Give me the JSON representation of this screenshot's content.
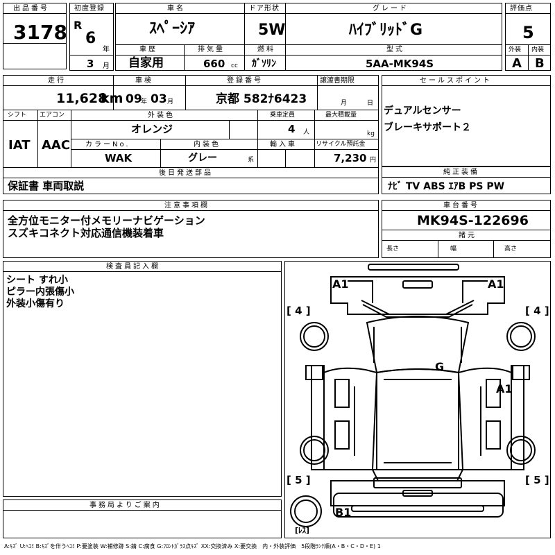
{
  "header_labels": {
    "lot_no": "出品番号",
    "first_reg": "初度登録",
    "car_name": "車名",
    "door_type": "ドア形状",
    "grade": "グレード",
    "score": "評価点",
    "inspection_hist": "車歴",
    "displacement": "排気量",
    "fuel": "燃料",
    "model_code": "型式",
    "exterior": "外装",
    "interior": "内装",
    "mileage": "走行",
    "shaken": "車検",
    "registration": "登録番号",
    "transfer_doc": "譲渡書期限",
    "sales_point": "セールスポイント",
    "shift": "シフト",
    "aircon": "エアコン",
    "ext_color": "外装色",
    "capacity": "乗車定員",
    "max_load": "最大積載量",
    "color_no": "カラーNo.",
    "int_color": "内装色",
    "import": "輸入車",
    "recycle": "リサイクル預託金",
    "later_parts": "後日発送部品",
    "genuine_equip": "純正装備",
    "notes": "注意事項欄",
    "chassis_no": "車台番号",
    "dimensions": "諸元",
    "inspector_notes": "検査員記入欄",
    "office_notice": "事務局よりご案内"
  },
  "lot": {
    "number": "3178"
  },
  "first_registration": {
    "era": "R",
    "year": "6",
    "year_unit": "年",
    "month": "3",
    "month_unit": "月"
  },
  "car": {
    "name": "ｽﾍﾟｰｼｱ",
    "door": "5W",
    "grade": "ﾊｲﾌﾞﾘｯﾄﾞG",
    "history": "自家用",
    "displacement": "660",
    "displacement_unit": "cc",
    "fuel": "ｶﾞｿﾘﾝ",
    "model": "5AA-MK94S"
  },
  "score": {
    "overall": "5",
    "exterior": "A",
    "interior": "B"
  },
  "mileage": {
    "value": "11,628",
    "unit": "km"
  },
  "shaken": {
    "year": "09",
    "year_unit": "年",
    "month": "03",
    "month_unit": "月"
  },
  "registration": {
    "value": "京都 582ﾅ6423"
  },
  "transfer": {
    "month_unit": "月",
    "day_unit": "日"
  },
  "sales_points": [
    "デュアルセンサー",
    "ブレーキサポート２"
  ],
  "shift": "IAT",
  "aircon": "AAC",
  "ext_color": "オレンジ",
  "capacity": {
    "value": "4",
    "unit": "人"
  },
  "max_load": {
    "unit": "kg"
  },
  "color_no": "WAK",
  "int_color": {
    "value": "グレー",
    "unit": "系"
  },
  "recycle": {
    "value": "7,230",
    "unit": "円"
  },
  "later_parts": "保証書 車両取説",
  "equipment": "ﾅﾋﾞ TV ABS ｴｱB PS PW",
  "notes": [
    "全方位モニター付メモリーナビゲーション",
    "スズキコネクト対応通信機装着車"
  ],
  "chassis_number": "MK94S-122696",
  "dims": {
    "length": "長さ",
    "width": "幅",
    "height": "高さ"
  },
  "inspector_comments": [
    "シート すれ小",
    "ピラー内張傷小",
    "外装小傷有り"
  ],
  "diagram_marks": {
    "front_left": "A1",
    "front_right": "A1",
    "left_front_tire": "[ 4 ]",
    "right_front_tire": "[ 4 ]",
    "roof": "G",
    "right_door": "A1",
    "left_rear_tire": "[ 5 ]",
    "right_rear_tire": "[ 5 ]",
    "rear": "B1",
    "spare": "[ﾚｽ]"
  },
  "legend": "A:ｷｽﾞ U:ﾍｺﾐ B:ｷｽﾞを伴うﾍｺﾐ P:要塗装 W:補修跡 S:錆 C:腐食 G:ﾌﾛﾝﾄｶﾞﾗｽ点ｷｽﾞ XX:交換済み X:要交換　内・外装評価　5段階ﾗﾝｸ順(A・B・C・D・E) 1"
}
